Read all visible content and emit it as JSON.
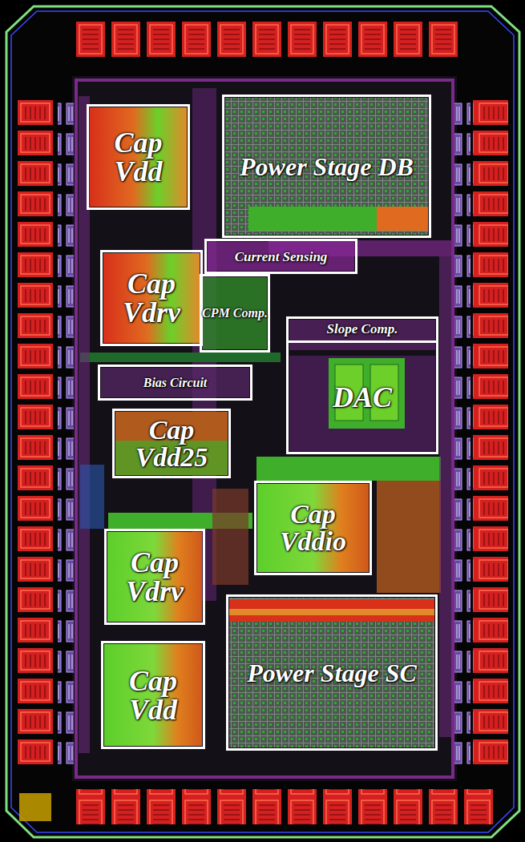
{
  "diagram": {
    "nodes": [
      {
        "text": [
          "Cap Vdd"
        ]
      },
      {
        "text": [
          "Power Stage DB"
        ]
      },
      {
        "text": [
          "Current Sensing"
        ]
      },
      {
        "text": [
          "Cap Vdrv"
        ]
      },
      {
        "text": [
          "CPM Comp."
        ]
      },
      {
        "text": [
          "Slope Comp.",
          "DAC"
        ]
      },
      {
        "text": [
          "Bias Circuit"
        ]
      },
      {
        "text": [
          "Cap Vdd25"
        ]
      },
      {
        "text": [
          "Cap Vddio"
        ]
      },
      {
        "text": [
          "Cap Vdrv"
        ]
      },
      {
        "text": [
          "Power Stage SC"
        ]
      },
      {
        "text": [
          "Cap Vdd"
        ]
      }
    ]
  }
}
